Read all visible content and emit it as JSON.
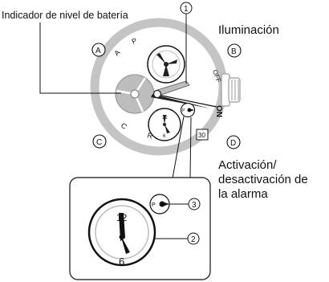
{
  "labels": {
    "battery_indicator": "Indicador de nivel de batería",
    "illumination": "Iluminación",
    "alarm_line1": "Activación/",
    "alarm_line2": "desactivación de",
    "alarm_line3": "la alarma"
  },
  "callouts": {
    "c1": "1",
    "c2": "2",
    "c3": "3"
  },
  "buttons": {
    "a": "A",
    "b": "B",
    "c": "C",
    "d": "D"
  },
  "bezel": {
    "a": "A",
    "p": "P",
    "off": "OFF",
    "on": "ON",
    "c": "C",
    "r": "R"
  },
  "dial": {
    "twelve": "12",
    "six": "6",
    "p": "P",
    "date": "30"
  },
  "inset": {
    "twelve": "12",
    "six": "6",
    "p": "P"
  },
  "colors": {
    "line": "#1a1a1a",
    "ring": "#c4c4c4",
    "subdial_fill": "#bdbdbd",
    "hand_dark": "#222222"
  }
}
